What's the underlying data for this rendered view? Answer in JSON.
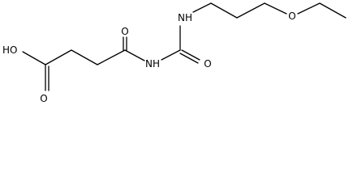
{
  "structure": {
    "atoms": {
      "hydroxyl": "HO",
      "acid_carbonyl_oxygen": "O",
      "ketone_oxygen": "O",
      "imide_nitrogen": "NH",
      "urea_carbonyl_oxygen": "O",
      "amine_nitrogen": "NH",
      "ether_oxygen": "O"
    }
  }
}
